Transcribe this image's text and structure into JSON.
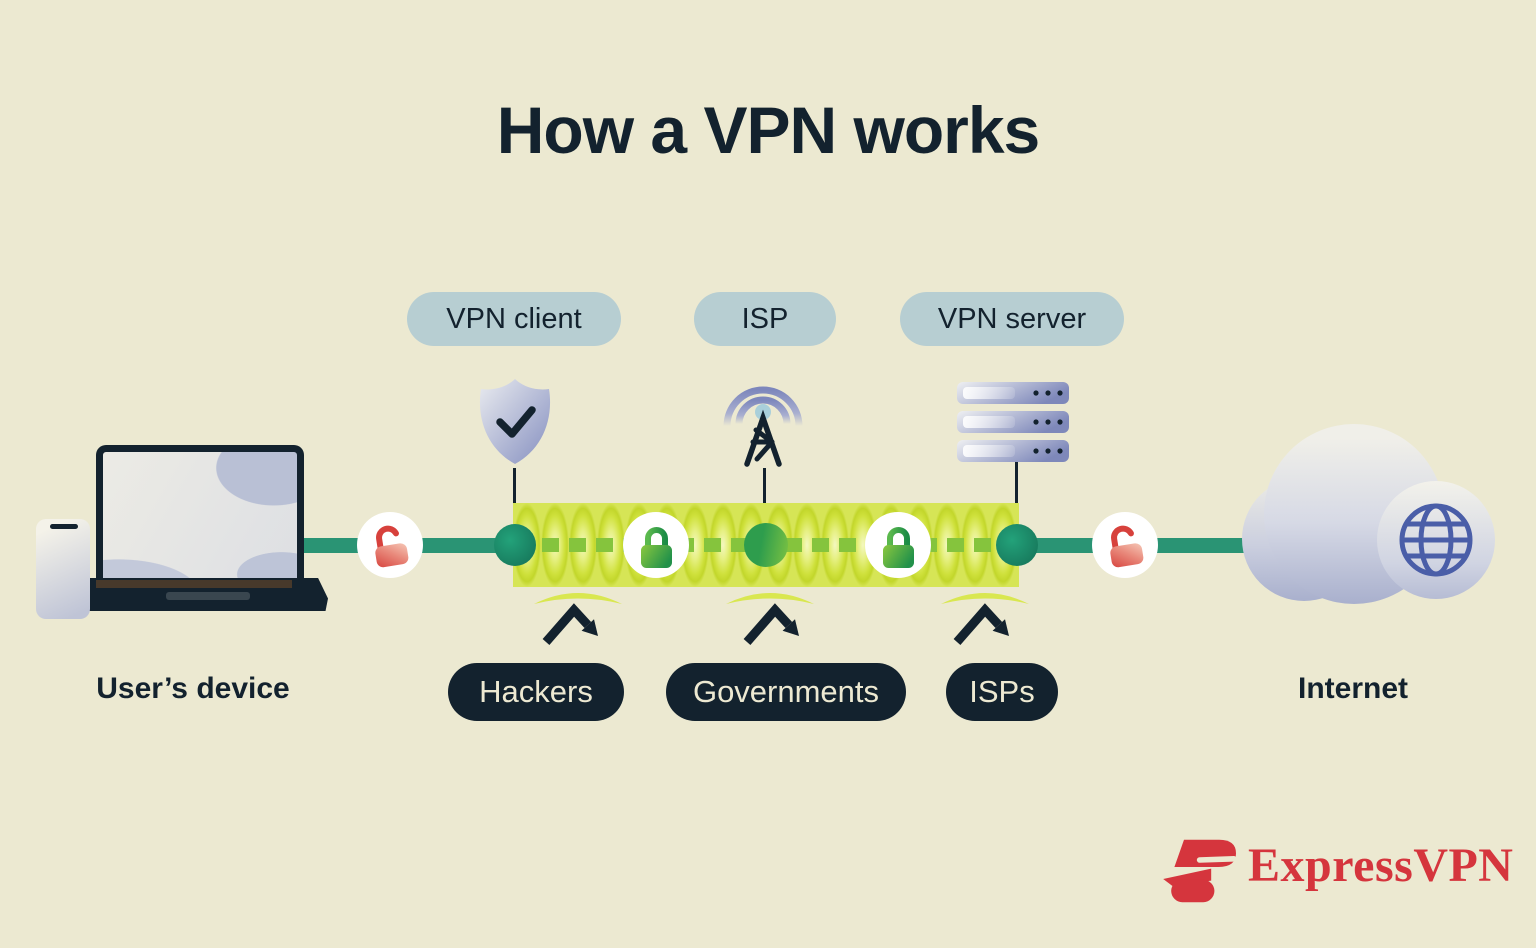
{
  "title": "How a VPN works",
  "top_labels": [
    {
      "id": "vpn-client",
      "label": "VPN client"
    },
    {
      "id": "isp",
      "label": "ISP"
    },
    {
      "id": "vpn-server",
      "label": "VPN server"
    }
  ],
  "endpoints": {
    "user_device": "User’s device",
    "internet": "Internet"
  },
  "threats": [
    {
      "label": "Hackers"
    },
    {
      "label": "Governments"
    },
    {
      "label": "ISPs"
    }
  ],
  "brand": {
    "logo_text": "ExpressVPN"
  },
  "icons": [
    "shield-check-icon",
    "radio-tower-icon",
    "server-stack-icon",
    "open-padlock-icon",
    "closed-padlock-icon",
    "bounce-arrow-icon",
    "deflect-arc-icon",
    "laptop-icon",
    "smartphone-icon",
    "cloud-icon",
    "globe-icon",
    "expressvpn-logo-mark-icon"
  ],
  "colors": {
    "background": "#ECE9D1",
    "ink": "#13222E",
    "pill_blue": "#B7CED2",
    "pill_text": "#EDE9D2",
    "line_teal": "#2A9474",
    "dash_green": "#85C43D",
    "tunnel_main": "#CFE13C",
    "lock_red": "#DB4A43",
    "lock_green": "#2A9A49",
    "globe_blue": "#4A5EA8",
    "brand_red": "#D5353D"
  }
}
